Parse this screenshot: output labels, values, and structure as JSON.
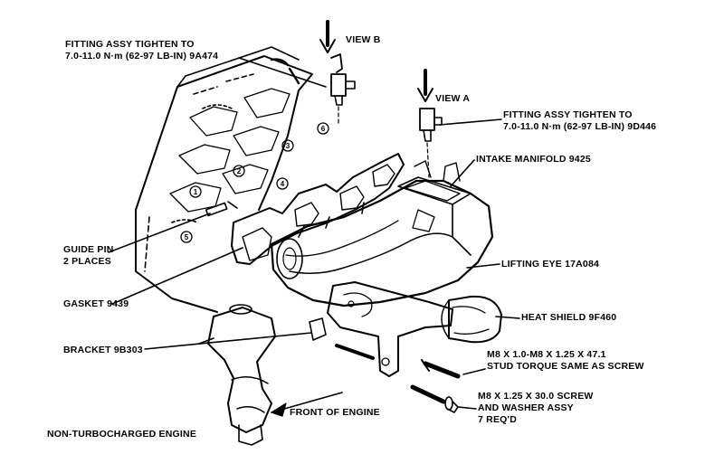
{
  "diagram": {
    "view_b": "VIEW B",
    "view_a": "VIEW A",
    "fitting_b": {
      "line1": "FITTING ASSY TIGHTEN TO",
      "line2": "7.0-11.0 N·m (62-97 LB-IN) 9A474"
    },
    "fitting_a": {
      "line1": "FITTING ASSY TIGHTEN TO",
      "line2": "7.0-11.0 N·m (62-97 LB-IN) 9D446"
    },
    "intake_manifold": "INTAKE MANIFOLD 9425",
    "guide_pin": {
      "line1": "GUIDE PIN",
      "line2": "2 PLACES"
    },
    "lifting_eye": "LIFTING EYE 17A084",
    "gasket": "GASKET 9439",
    "heat_shield": "HEAT SHIELD 9F460",
    "bracket": "BRACKET 9B303",
    "stud": {
      "line1": "M8 X 1.0-M8 X 1.25 X 47.1",
      "line2": "STUD TORQUE SAME AS SCREW"
    },
    "screw": {
      "line1": "M8 X 1.25 X 30.0 SCREW",
      "line2": "AND WASHER ASSY",
      "line3": "7 REQ'D"
    },
    "front_of_engine": "FRONT OF ENGINE",
    "caption": "NON-TURBOCHARGED ENGINE",
    "port_numbers": [
      "1",
      "2",
      "3",
      "4",
      "5",
      "6"
    ]
  }
}
